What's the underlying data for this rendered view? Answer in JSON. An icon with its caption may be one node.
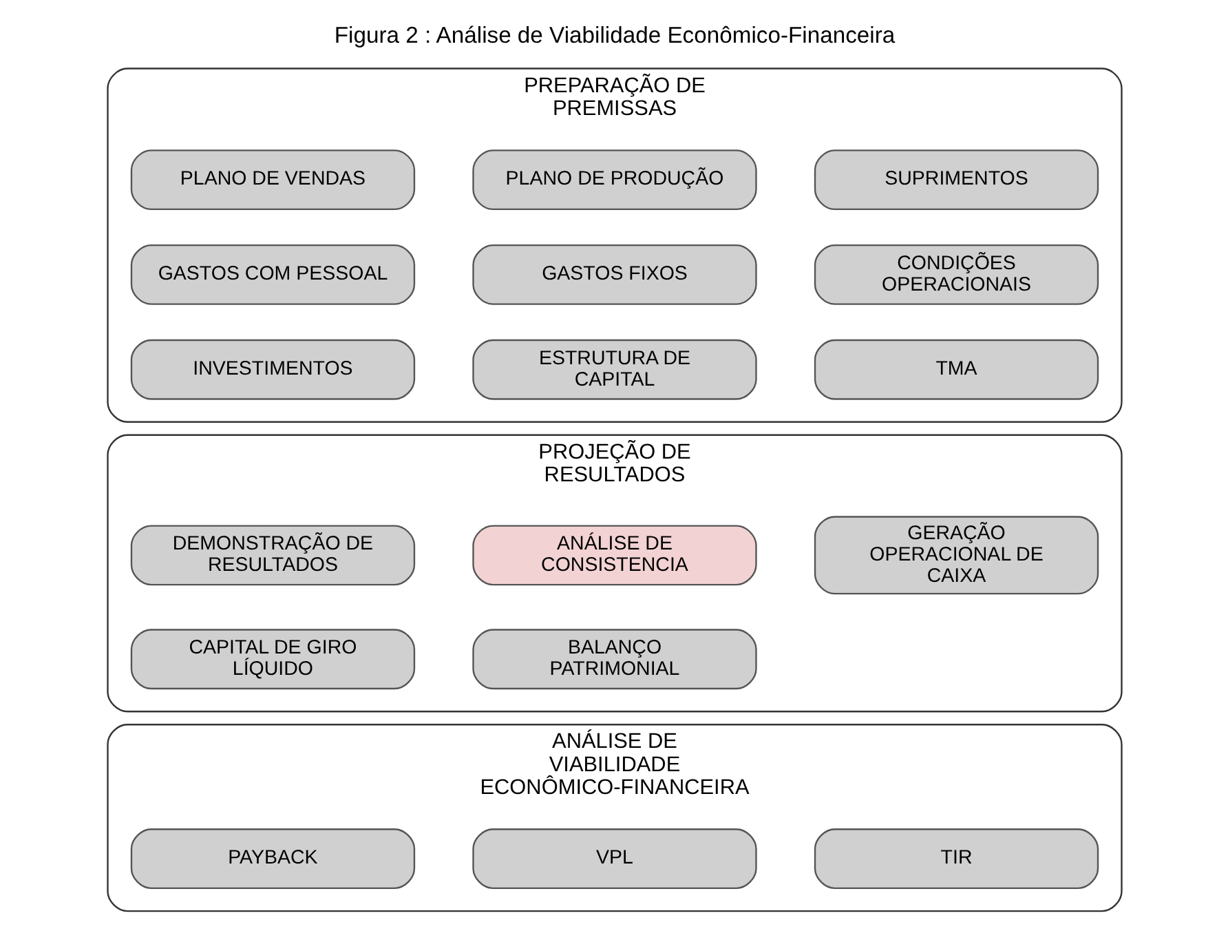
{
  "diagram": {
    "title": "Figura 2 : Análise de Viabilidade Econômico-Financeira",
    "nodes": [
      {
        "text": [
          "PREPARAÇÃO DE PREMISSAS"
        ]
      },
      {
        "text": [
          "PLANO DE VENDAS"
        ],
        "in": 0
      },
      {
        "text": [
          "PLANO DE PRODUÇÃO"
        ],
        "in": 0
      },
      {
        "text": [
          "SUPRIMENTOS"
        ],
        "in": 0
      },
      {
        "text": [
          "GASTOS COM PESSOAL"
        ],
        "in": 0
      },
      {
        "text": [
          "GASTOS FIXOS"
        ],
        "in": 0
      },
      {
        "text": [
          "CONDIÇÕES OPERACIONAIS"
        ],
        "in": 0
      },
      {
        "text": [
          "INVESTIMENTOS"
        ],
        "in": 0
      },
      {
        "text": [
          "ESTRUTURA DE CAPITAL"
        ],
        "in": 0
      },
      {
        "text": [
          "TMA"
        ],
        "in": 0
      },
      {
        "text": [
          "PROJEÇÃO DE RESULTADOS"
        ]
      },
      {
        "text": [
          "DEMONSTRAÇÃO DE RESULTADOS"
        ],
        "in": 10
      },
      {
        "text": [
          "ANÁLISE DE CONSISTENCIA"
        ],
        "in": 10
      },
      {
        "text": [
          "GERAÇÃO OPERACIONAL DE CAIXA"
        ],
        "in": 10
      },
      {
        "text": [
          "CAPITAL DE GIRO LÍQUIDO"
        ],
        "in": 10
      },
      {
        "text": [
          "BALANÇO PATRIMONIAL"
        ],
        "in": 10
      },
      {
        "text": [
          "ANÁLISE DE VIABILIDADE ECONÔMICO-FINANCEIRA"
        ]
      },
      {
        "text": [
          "PAYBACK"
        ],
        "in": 16
      },
      {
        "text": [
          "VPL"
        ],
        "in": 16
      },
      {
        "text": [
          "TIR"
        ],
        "in": 16
      }
    ],
    "edges": []
  }
}
